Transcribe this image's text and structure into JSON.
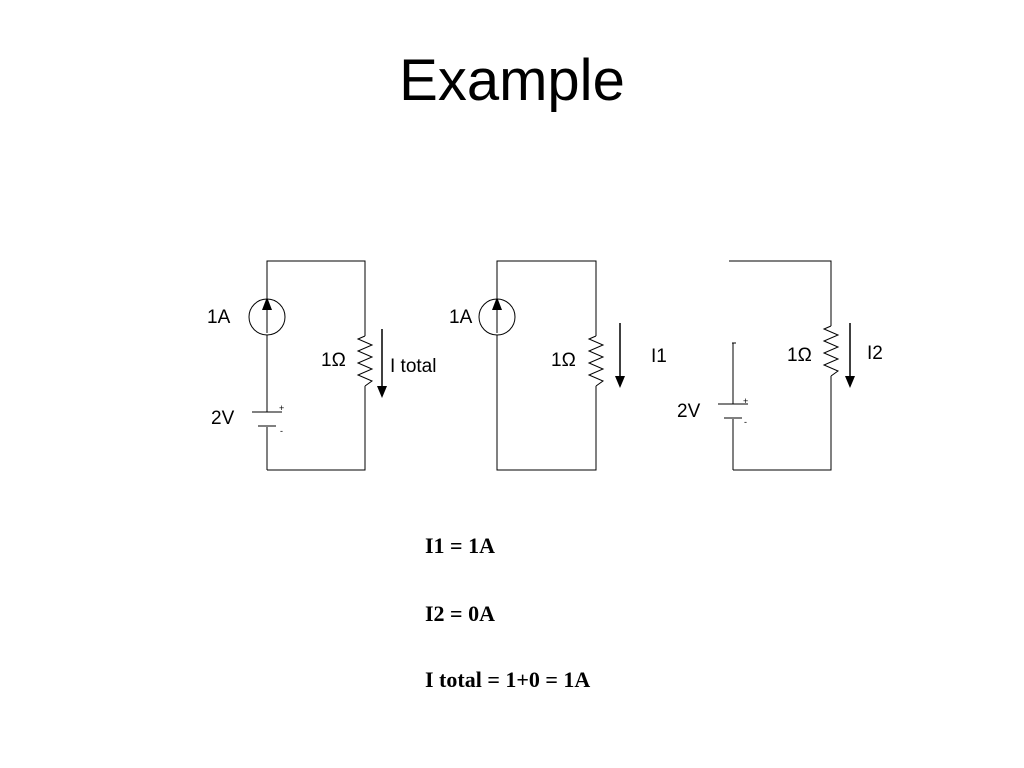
{
  "slide": {
    "title": "Example"
  },
  "circuits": {
    "full": {
      "source_label": "1A",
      "resistor_label": "1Ω",
      "battery_label": "2V",
      "current_label": "I total"
    },
    "current_only": {
      "source_label": "1A",
      "resistor_label": "1Ω",
      "current_label": "I1"
    },
    "voltage_only": {
      "resistor_label": "1Ω",
      "battery_label": "2V",
      "current_label": "I2"
    },
    "battery_plus": "+",
    "battery_minus": "-"
  },
  "equations": {
    "i1": "I1 = 1A",
    "i2": "I2 = 0A",
    "itotal": "I total = 1+0 = 1A"
  }
}
